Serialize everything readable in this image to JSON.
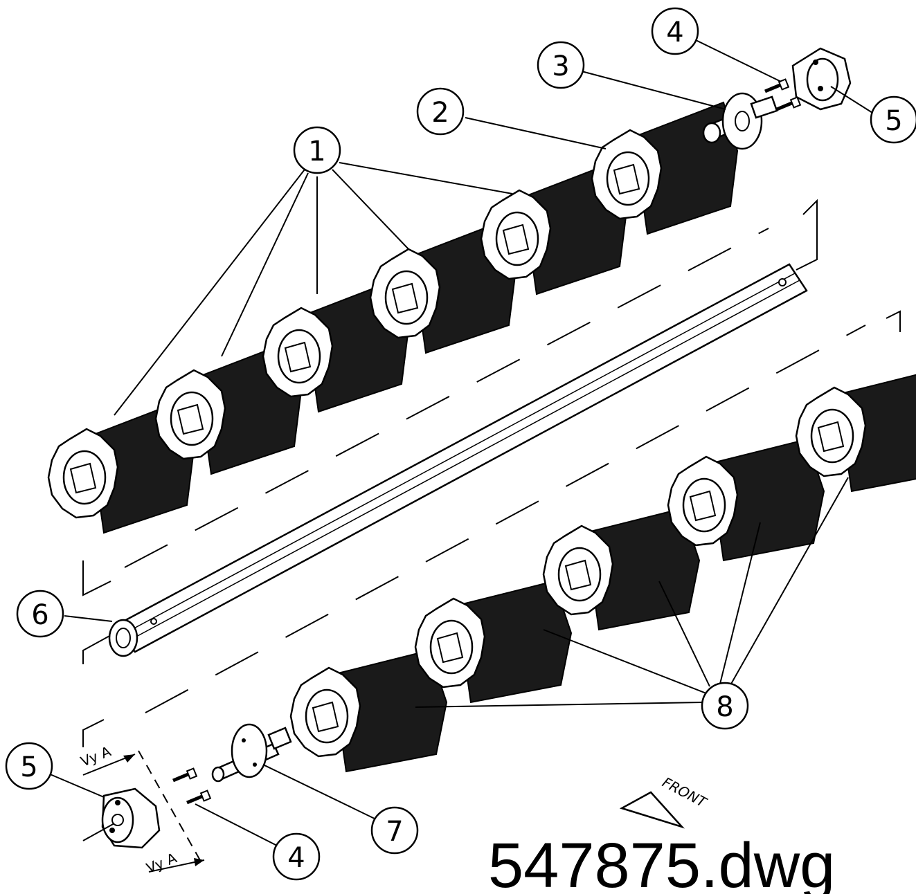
{
  "callouts": {
    "c1": "1",
    "c2": "2",
    "c3": "3",
    "c4_top": "4",
    "c5_top": "5",
    "c6": "6",
    "c7": "7",
    "c8": "8",
    "c5_bottom": "5",
    "c4_bottom": "4"
  },
  "view_labels": {
    "upper": "Vy A",
    "lower": "Vy A"
  },
  "front_label": "FRONT",
  "file_name": "547875.dwg"
}
